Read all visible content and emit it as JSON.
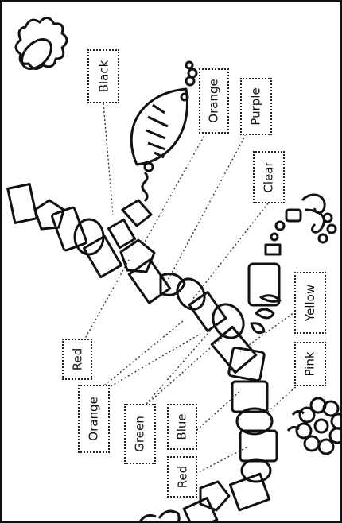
{
  "labels": {
    "black": "Black",
    "orange_top": "Orange",
    "purple": "Purple",
    "clear": "Clear",
    "yellow": "Yellow",
    "pink": "Pink",
    "red_left": "Red",
    "orange_bottom": "Orange",
    "green": "Green",
    "blue": "Blue",
    "red_bottom": "Red"
  },
  "colors": {
    "ink": "#111111",
    "paper": "#ffffff"
  }
}
